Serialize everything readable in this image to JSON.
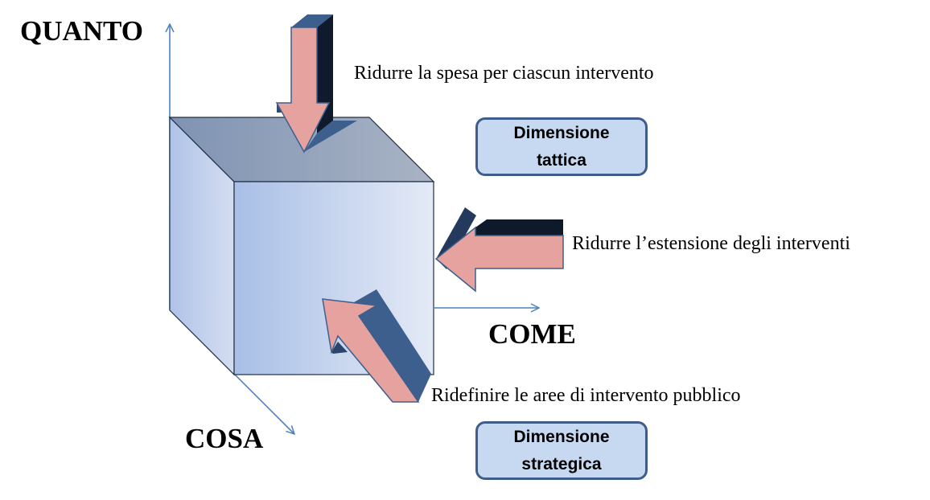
{
  "axes": {
    "quanto": "QUANTO",
    "come": "COME",
    "cosa": "COSA"
  },
  "captions": {
    "top": "Ridurre la spesa per ciascun intervento",
    "right": "Ridurre l’estensione degli interventi",
    "bottom": "Ridefinire le aree di intervento pubblico"
  },
  "boxes": {
    "tactical": {
      "line1": "Dimensione",
      "line2": "tattica"
    },
    "strategic": {
      "line1": "Dimensione",
      "line2": "strategica"
    }
  },
  "colors": {
    "axis": "#4f81bd",
    "cube_front_light": "#e4eaf6",
    "cube_front_dark": "#a9bfe6",
    "cube_top_light": "#a7b2c3",
    "cube_top_dark": "#7f93b3",
    "arrow_face": "#e6a29f",
    "arrow_side": "#3d5f8e",
    "arrow_dark": "#0e1a2a",
    "box_fill": "#c6d9f1",
    "box_border": "#3f5d8c"
  }
}
